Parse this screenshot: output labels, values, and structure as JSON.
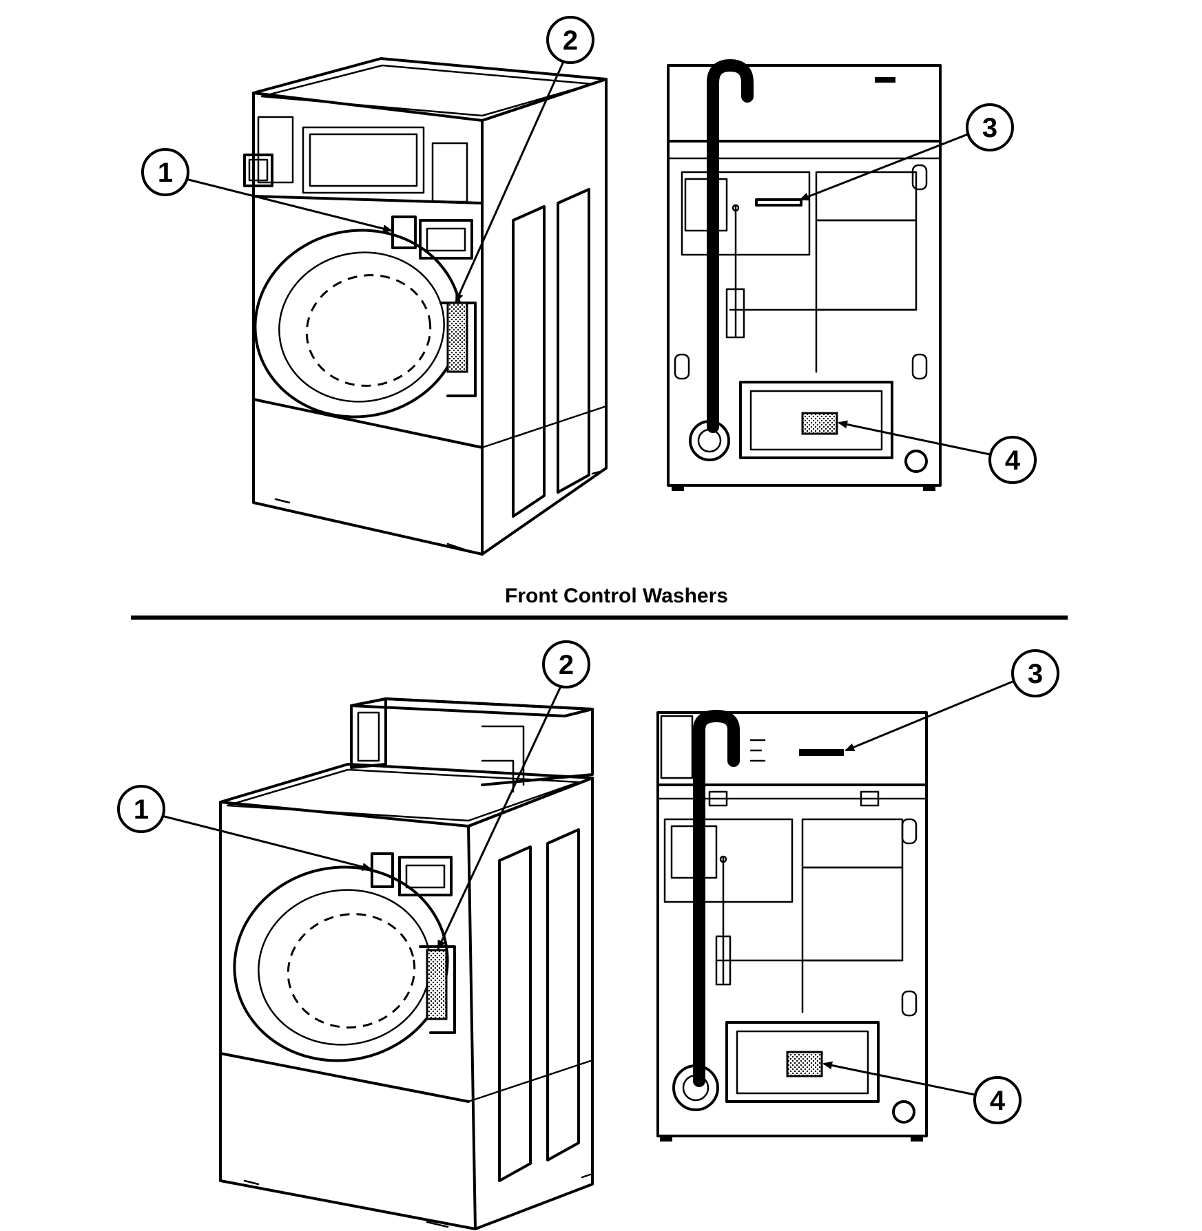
{
  "caption": "Front Control Washers",
  "callouts": {
    "c1": "1",
    "c2": "2",
    "c3": "3",
    "c4": "4"
  }
}
